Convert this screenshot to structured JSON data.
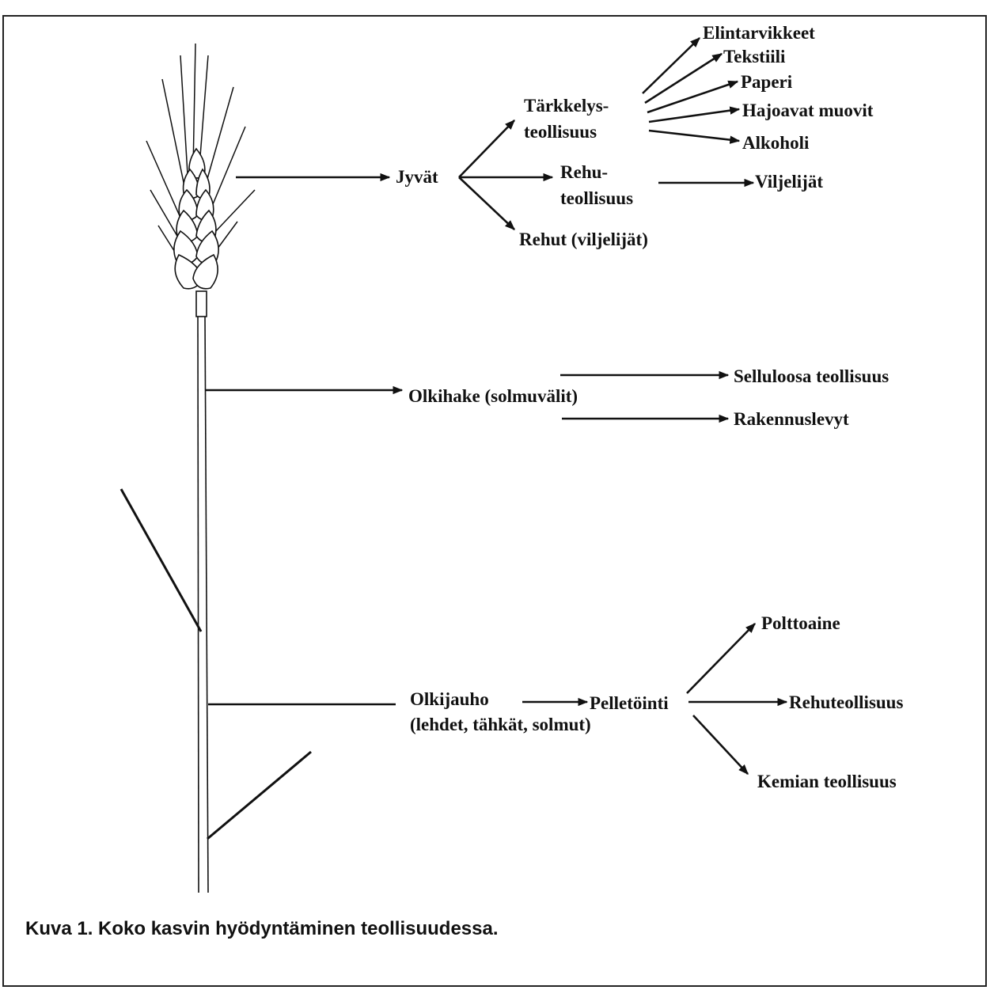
{
  "colors": {
    "ink": "#111111",
    "background": "#ffffff"
  },
  "plant": {
    "stalk": "wheat-stalk",
    "ear": "wheat-ear",
    "leaves": [
      "leaf-upper",
      "leaf-lower"
    ]
  },
  "grains": {
    "label": "Jyvät",
    "starch": {
      "label_line1": "Tärkkelys-",
      "label_line2": "teollisuus",
      "products": [
        "Elintarvikkeet",
        "Tekstiili",
        "Paperi",
        "Hajoavat muovit",
        "Alkoholi"
      ]
    },
    "feed_industry": {
      "label_line1": "Rehu-",
      "label_line2": "teollisuus",
      "target": "Viljelijät"
    },
    "feed_direct": "Rehut (viljelijät)"
  },
  "straw_chips": {
    "label": "Olkihake (solmuvälit)",
    "products": [
      "Selluloosa teollisuus",
      "Rakennuslevyt"
    ]
  },
  "straw_meal": {
    "label_line1": "Olkijauho",
    "label_line2": "(lehdet, tähkät, solmut)",
    "pelleting": {
      "label": "Pelletöinti",
      "products": [
        "Polttoaine",
        "Rehuteollisuus",
        "Kemian teollisuus"
      ]
    }
  },
  "caption": "Kuva 1. Koko kasvin hyödyntäminen teollisuudessa."
}
